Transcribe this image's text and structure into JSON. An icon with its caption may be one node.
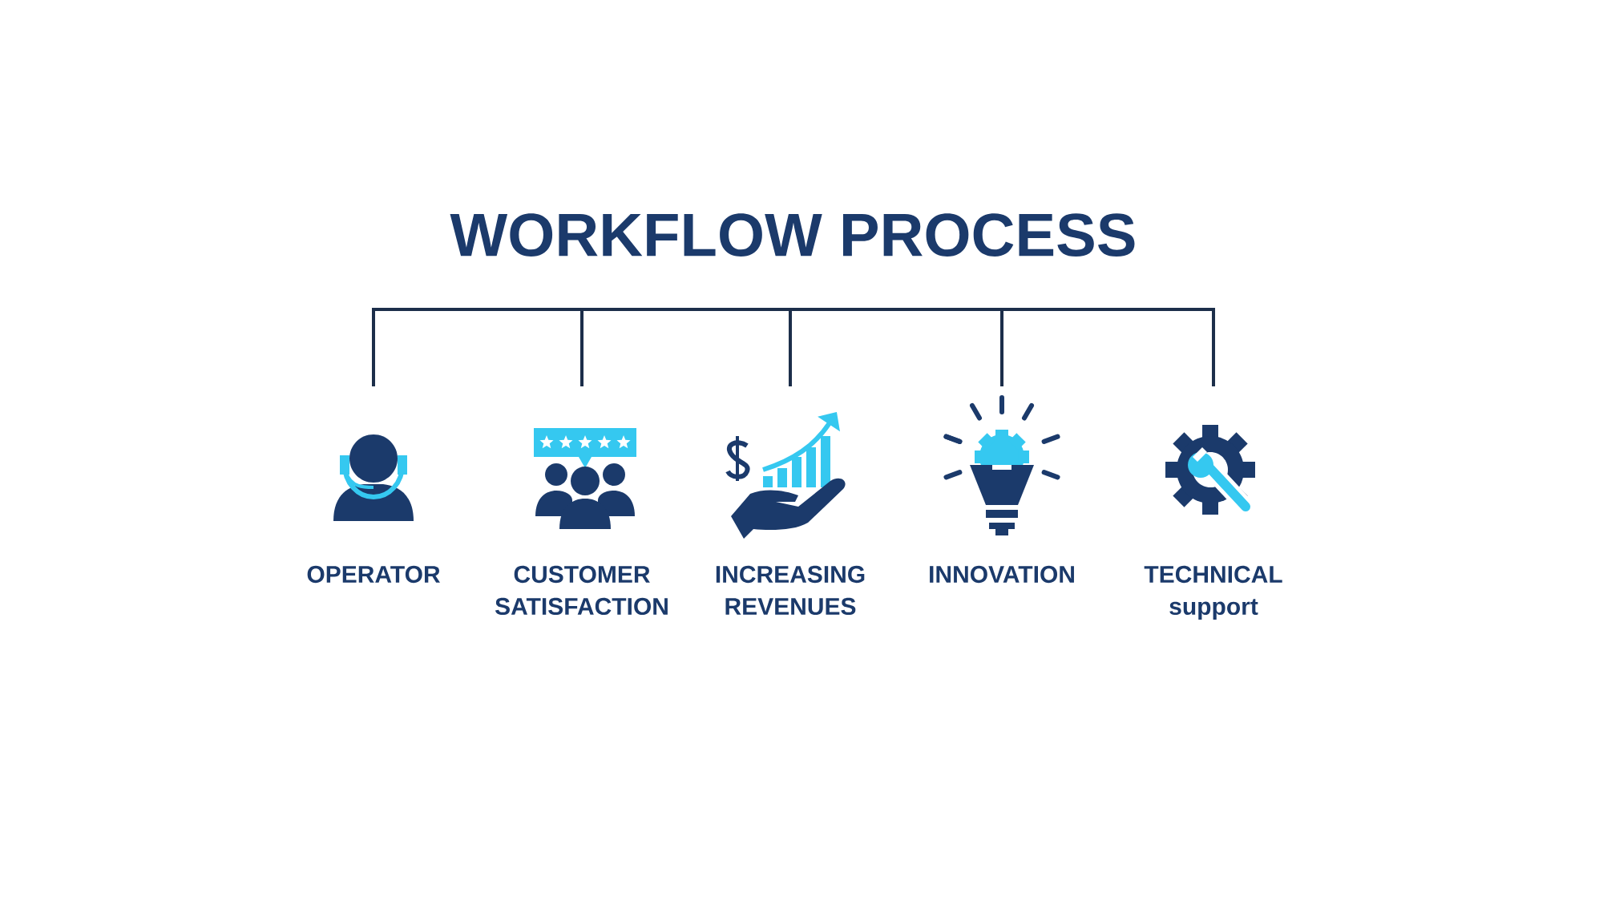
{
  "diagram": {
    "nodes": [
      {
        "text": [
          "WORKFLOW PROCESS"
        ]
      },
      {
        "text": [
          "OPERATOR"
        ]
      },
      {
        "text": [
          "CUSTOMER SATISFACTION"
        ]
      },
      {
        "text": [
          "INCREASING REVENUES"
        ]
      },
      {
        "text": [
          "INNOVATION"
        ]
      },
      {
        "text": [
          "TECHNICAL support"
        ]
      }
    ],
    "edges": [
      {
        "from": 0,
        "to": 1,
        "arrow": "none"
      },
      {
        "from": 0,
        "to": 2,
        "arrow": "none"
      },
      {
        "from": 0,
        "to": 3,
        "arrow": "none"
      },
      {
        "from": 0,
        "to": 4,
        "arrow": "none"
      },
      {
        "from": 0,
        "to": 5,
        "arrow": "none"
      }
    ]
  }
}
